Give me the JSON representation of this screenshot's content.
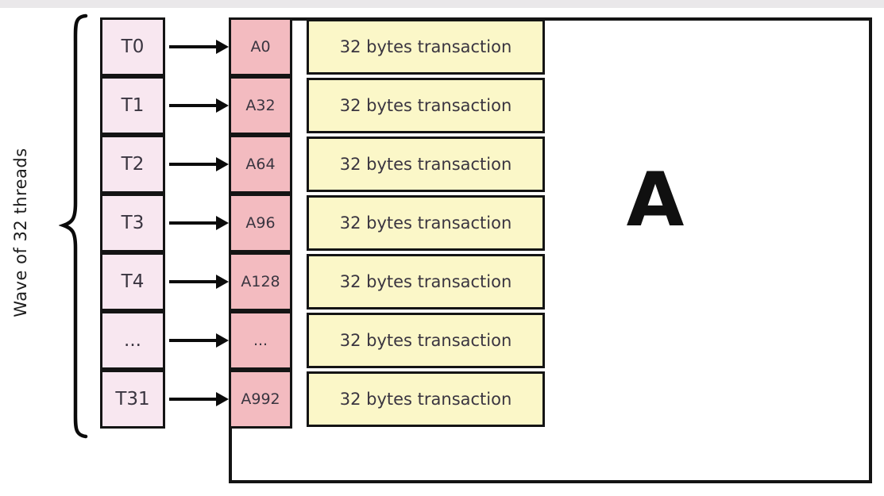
{
  "diagram": {
    "wave_label": "Wave of 32 threads",
    "memory_block_label": "A",
    "transaction_label": "32 bytes transaction",
    "rows": [
      {
        "thread": "T0",
        "address": "A0",
        "transaction": "32 bytes transaction"
      },
      {
        "thread": "T1",
        "address": "A32",
        "transaction": "32 bytes transaction"
      },
      {
        "thread": "T2",
        "address": "A64",
        "transaction": "32 bytes transaction"
      },
      {
        "thread": "T3",
        "address": "A96",
        "transaction": "32 bytes transaction"
      },
      {
        "thread": "T4",
        "address": "A128",
        "transaction": "32 bytes transaction"
      },
      {
        "thread": "...",
        "address": "...",
        "transaction": "32 bytes transaction"
      },
      {
        "thread": "T31",
        "address": "A992",
        "transaction": "32 bytes transaction"
      }
    ]
  },
  "colors": {
    "thread_fill": "#f8e7f0",
    "address_fill": "#f3bbc0",
    "transaction_fill": "#fbf7c8",
    "outline": "#141414",
    "text": "#3a3540",
    "top_band": "#eae8ea"
  }
}
